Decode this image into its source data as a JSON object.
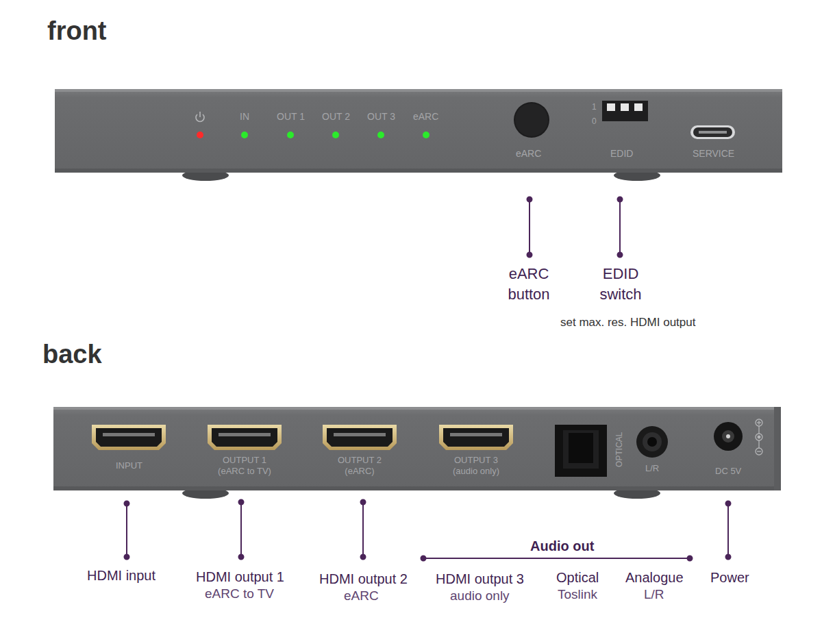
{
  "diagram": {
    "labels": [
      "front",
      "IN",
      "OUT 1",
      "OUT 2",
      "OUT 3",
      "eARC",
      "eARC",
      "1",
      "0",
      "EDID",
      "SERVICE",
      "eARC button",
      "EDID switch",
      "set max. res. HDMI output",
      "back",
      "INPUT",
      "OUTPUT 1 (eARC to TV)",
      "OUTPUT 2 (eARC)",
      "OUTPUT 3 (audio only)",
      "OPTICAL",
      "L/R",
      "DC 5V",
      "HDMI input",
      "HDMI output 1",
      "eARC to TV",
      "HDMI output 2",
      "eARC",
      "Audio out",
      "HDMI output 3",
      "audio only",
      "Optical",
      "Toslink",
      "Analogue",
      "L/R",
      "Power"
    ]
  }
}
